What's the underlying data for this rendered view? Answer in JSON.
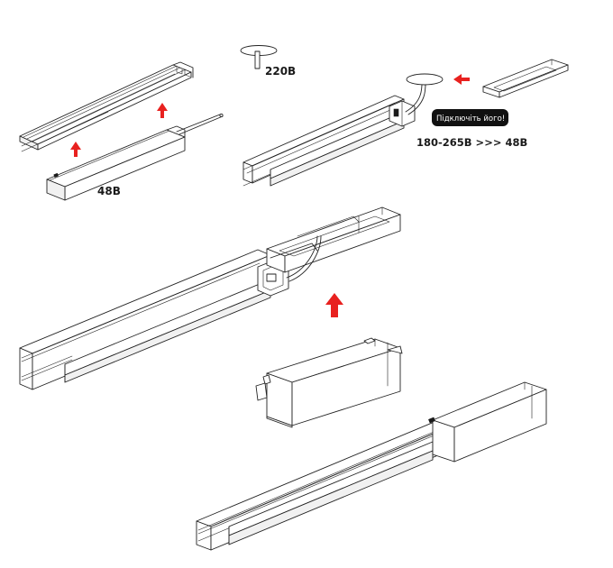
{
  "labels": {
    "voltage_220": "220В",
    "voltage_48": "48В",
    "voltage_range": "180-265В >>> 48В",
    "connect_tooltip": "Підключіть його!"
  },
  "colors": {
    "arrow": "#e8211f",
    "line": "#222222",
    "tooltip_bg": "#111111"
  },
  "icons": {
    "arrow": "red-arrow-icon"
  }
}
